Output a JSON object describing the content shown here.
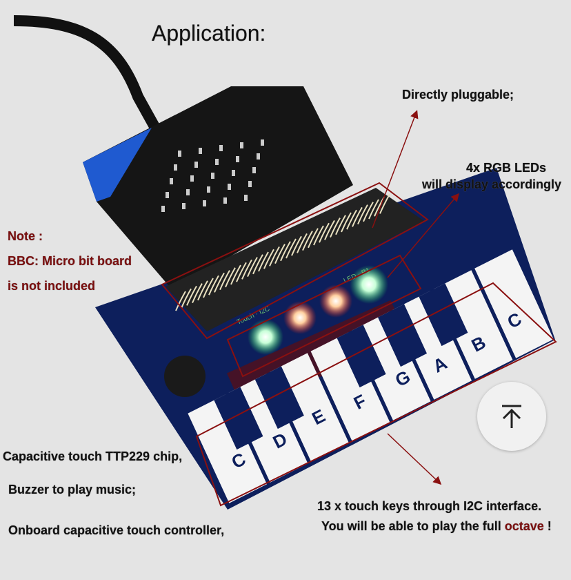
{
  "title": "Application:",
  "callouts": {
    "pluggable": "Directly pluggable;",
    "leds_line1": "4x RGB LEDs",
    "leds_line2": "will display accordingly",
    "note_label": "Note :",
    "note_line1": "BBC: Micro bit board",
    "note_line2": "is not included",
    "chip": "Capacitive touch TTP229 chip,",
    "buzzer": "Buzzer to play music;",
    "controller": "Onboard capacitive touch controller,",
    "keys_line1": "13 x touch keys through I2C interface.",
    "keys_line2_prefix": "You will be able to play the full ",
    "keys_line2_highlight": "octave",
    "keys_line2_suffix": " !"
  },
  "board_labels": {
    "touch": "Touch · I2C",
    "led": "LED · P1"
  },
  "keys": [
    "C",
    "D",
    "E",
    "F",
    "G",
    "A",
    "B",
    "C"
  ],
  "colors": {
    "annotation_red": "#7a0e0e",
    "board_blue": "#0d1f5c",
    "led_red": "#ff2a10",
    "led_green": "#20e060"
  },
  "scroll_top": {
    "icon": "arrow-up-to-line-icon"
  }
}
